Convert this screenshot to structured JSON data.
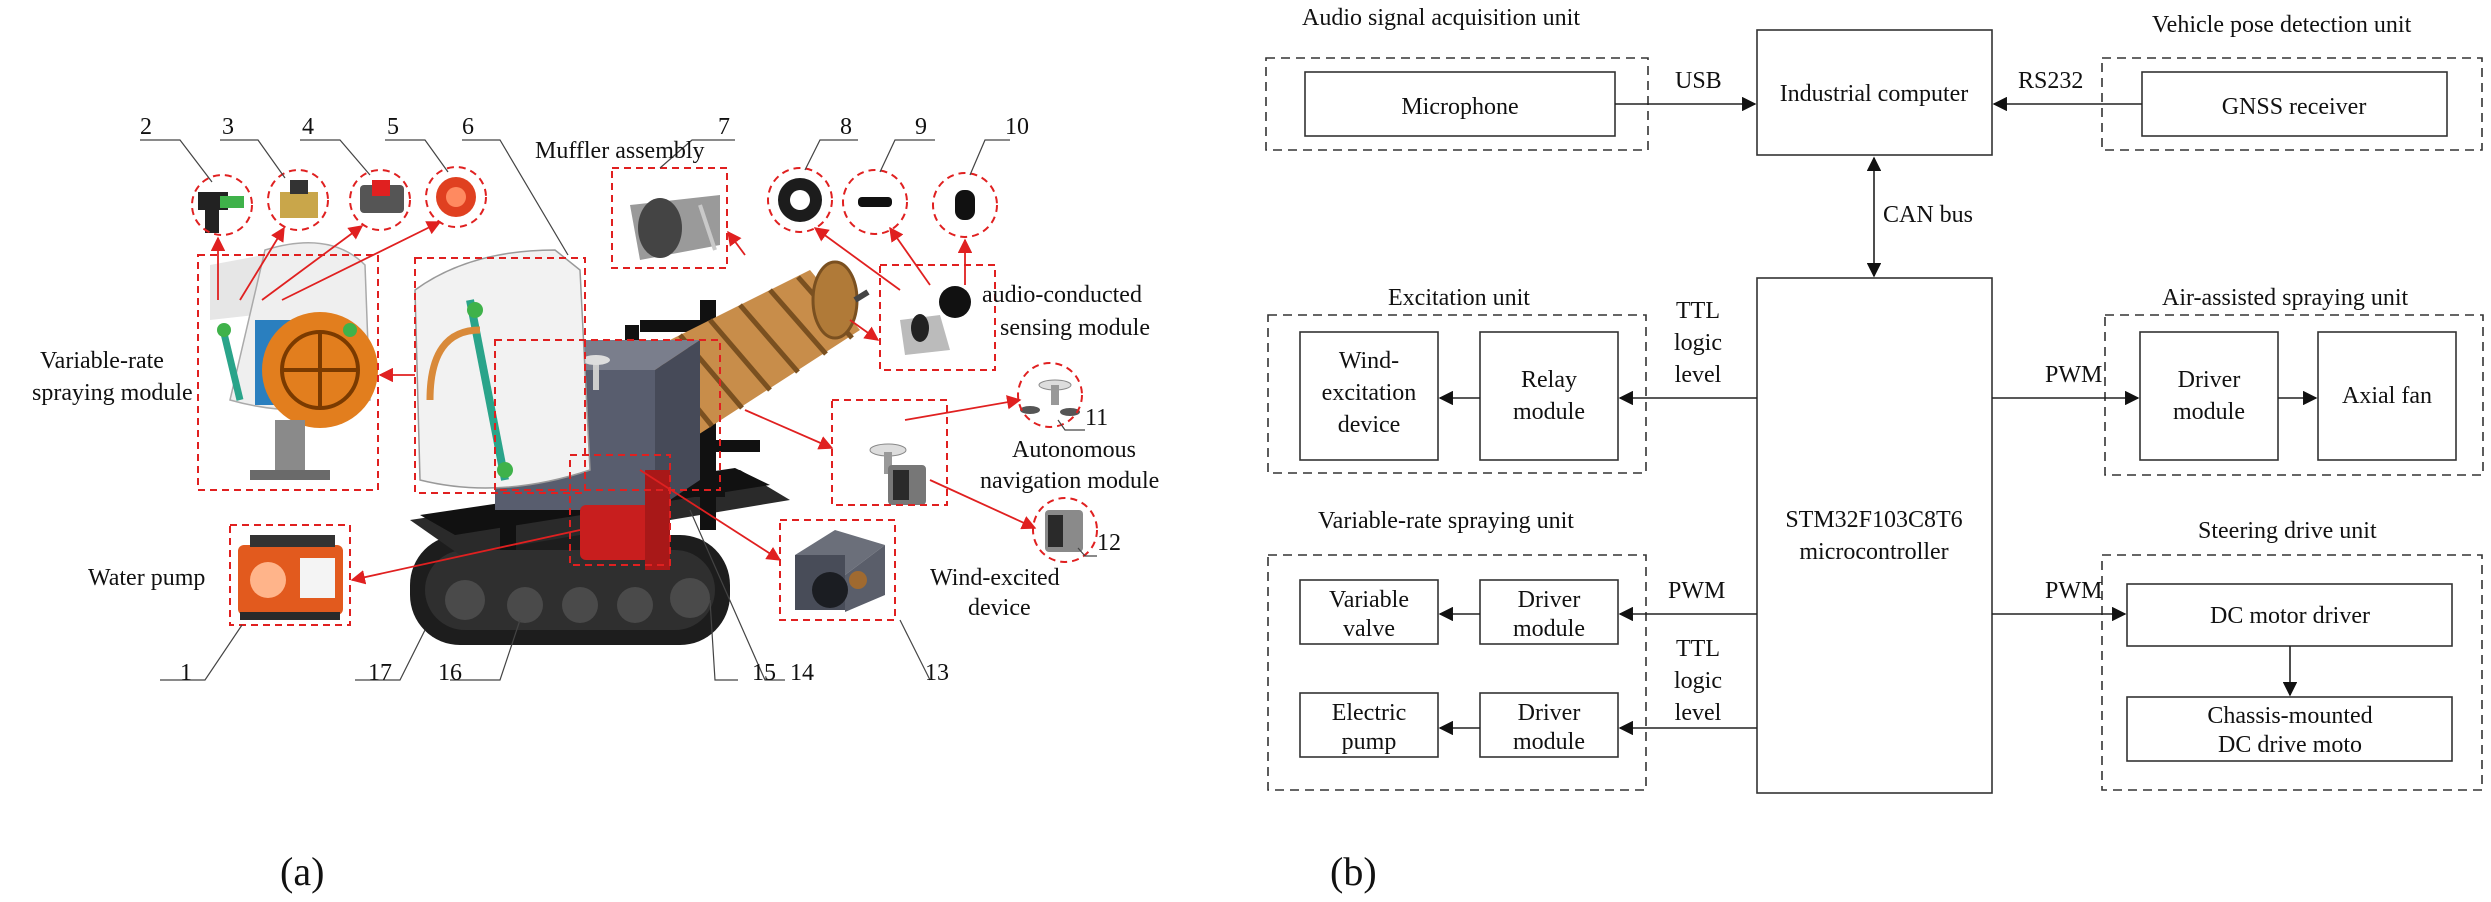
{
  "panel_a": {
    "caption": "(a)",
    "labels": {
      "muffler": "Muffler assembly",
      "audio_l1": "audio-conducted",
      "audio_l2": "sensing module",
      "vr_l1": "Variable-rate",
      "vr_l2": "spraying module",
      "water_pump": "Water pump",
      "nav_l1": "Autonomous",
      "nav_l2": "navigation module",
      "wind_l1": "Wind-excited",
      "wind_l2": "device"
    },
    "numbers": [
      "1",
      "2",
      "3",
      "4",
      "5",
      "6",
      "7",
      "8",
      "9",
      "10",
      "11",
      "12",
      "13",
      "14",
      "15",
      "16",
      "17"
    ]
  },
  "panel_b": {
    "caption": "(b)",
    "units": {
      "audio": "Audio signal acquisition unit",
      "pose": "Vehicle pose detection unit",
      "excitation": "Excitation unit",
      "air": "Air-assisted spraying unit",
      "vr": "Variable-rate spraying unit",
      "steer": "Steering drive unit"
    },
    "blocks": {
      "microphone": "Microphone",
      "pc": "Industrial computer",
      "gnss": "GNSS receiver",
      "wind_l1": "Wind-",
      "wind_l2": "excitation",
      "wind_l3": "device",
      "relay_l1": "Relay",
      "relay_l2": "module",
      "driver_l1": "Driver",
      "driver_l2": "module",
      "fan": "Axial fan",
      "mcu_l1": "STM32F103C8T6",
      "mcu_l2": "microcontroller",
      "valve_l1": "Variable",
      "valve_l2": "valve",
      "pump_l1": "Electric",
      "pump_l2": "pump",
      "dc_driver": "DC motor driver",
      "chassis_l1": "Chassis-mounted",
      "chassis_l2": "DC drive moto"
    },
    "links": {
      "usb": "USB",
      "rs232": "RS232",
      "can": "CAN bus",
      "ttl_l1": "TTL",
      "ttl_l2": "logic",
      "ttl_l3": "level",
      "pwm": "PWM"
    }
  }
}
